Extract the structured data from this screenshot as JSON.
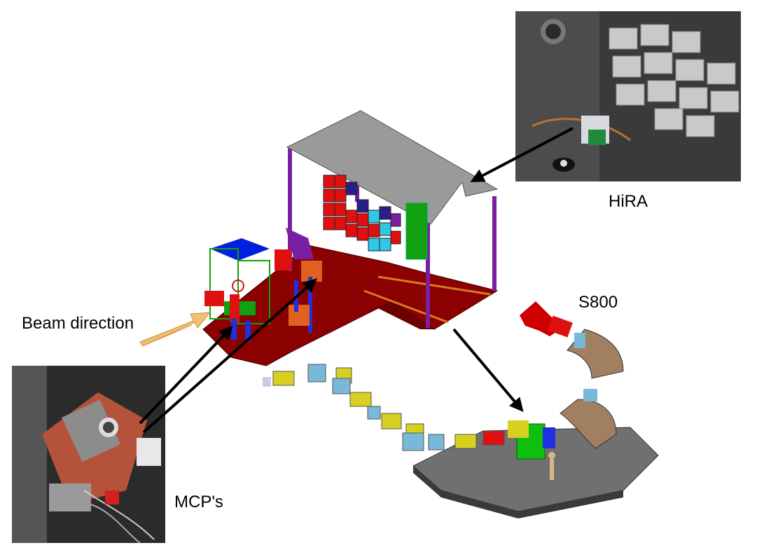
{
  "labels": {
    "hira": "HiRA",
    "s800": "S800",
    "beam_direction": "Beam direction",
    "mcps": "MCP's"
  },
  "colors": {
    "floor_plate": "#8b0000",
    "top_plate": "#9a9a9a",
    "frame_posts": "#7a1fa2",
    "telescope_red": "#e01010",
    "telescope_blue": "#2fc8e8",
    "telescope_green": "#10a010",
    "mcp_box_top": "#0020e0",
    "beam_arrow": "#f0c070",
    "quadrupole_yellow": "#d8d020",
    "quadrupole_blue": "#78b8d8",
    "dipole_brown": "#a08060",
    "s800_platform": "#707070",
    "pointer_arrows": "#000000"
  },
  "icons": [
    "beam-direction-arrow",
    "pointer-arrow"
  ]
}
